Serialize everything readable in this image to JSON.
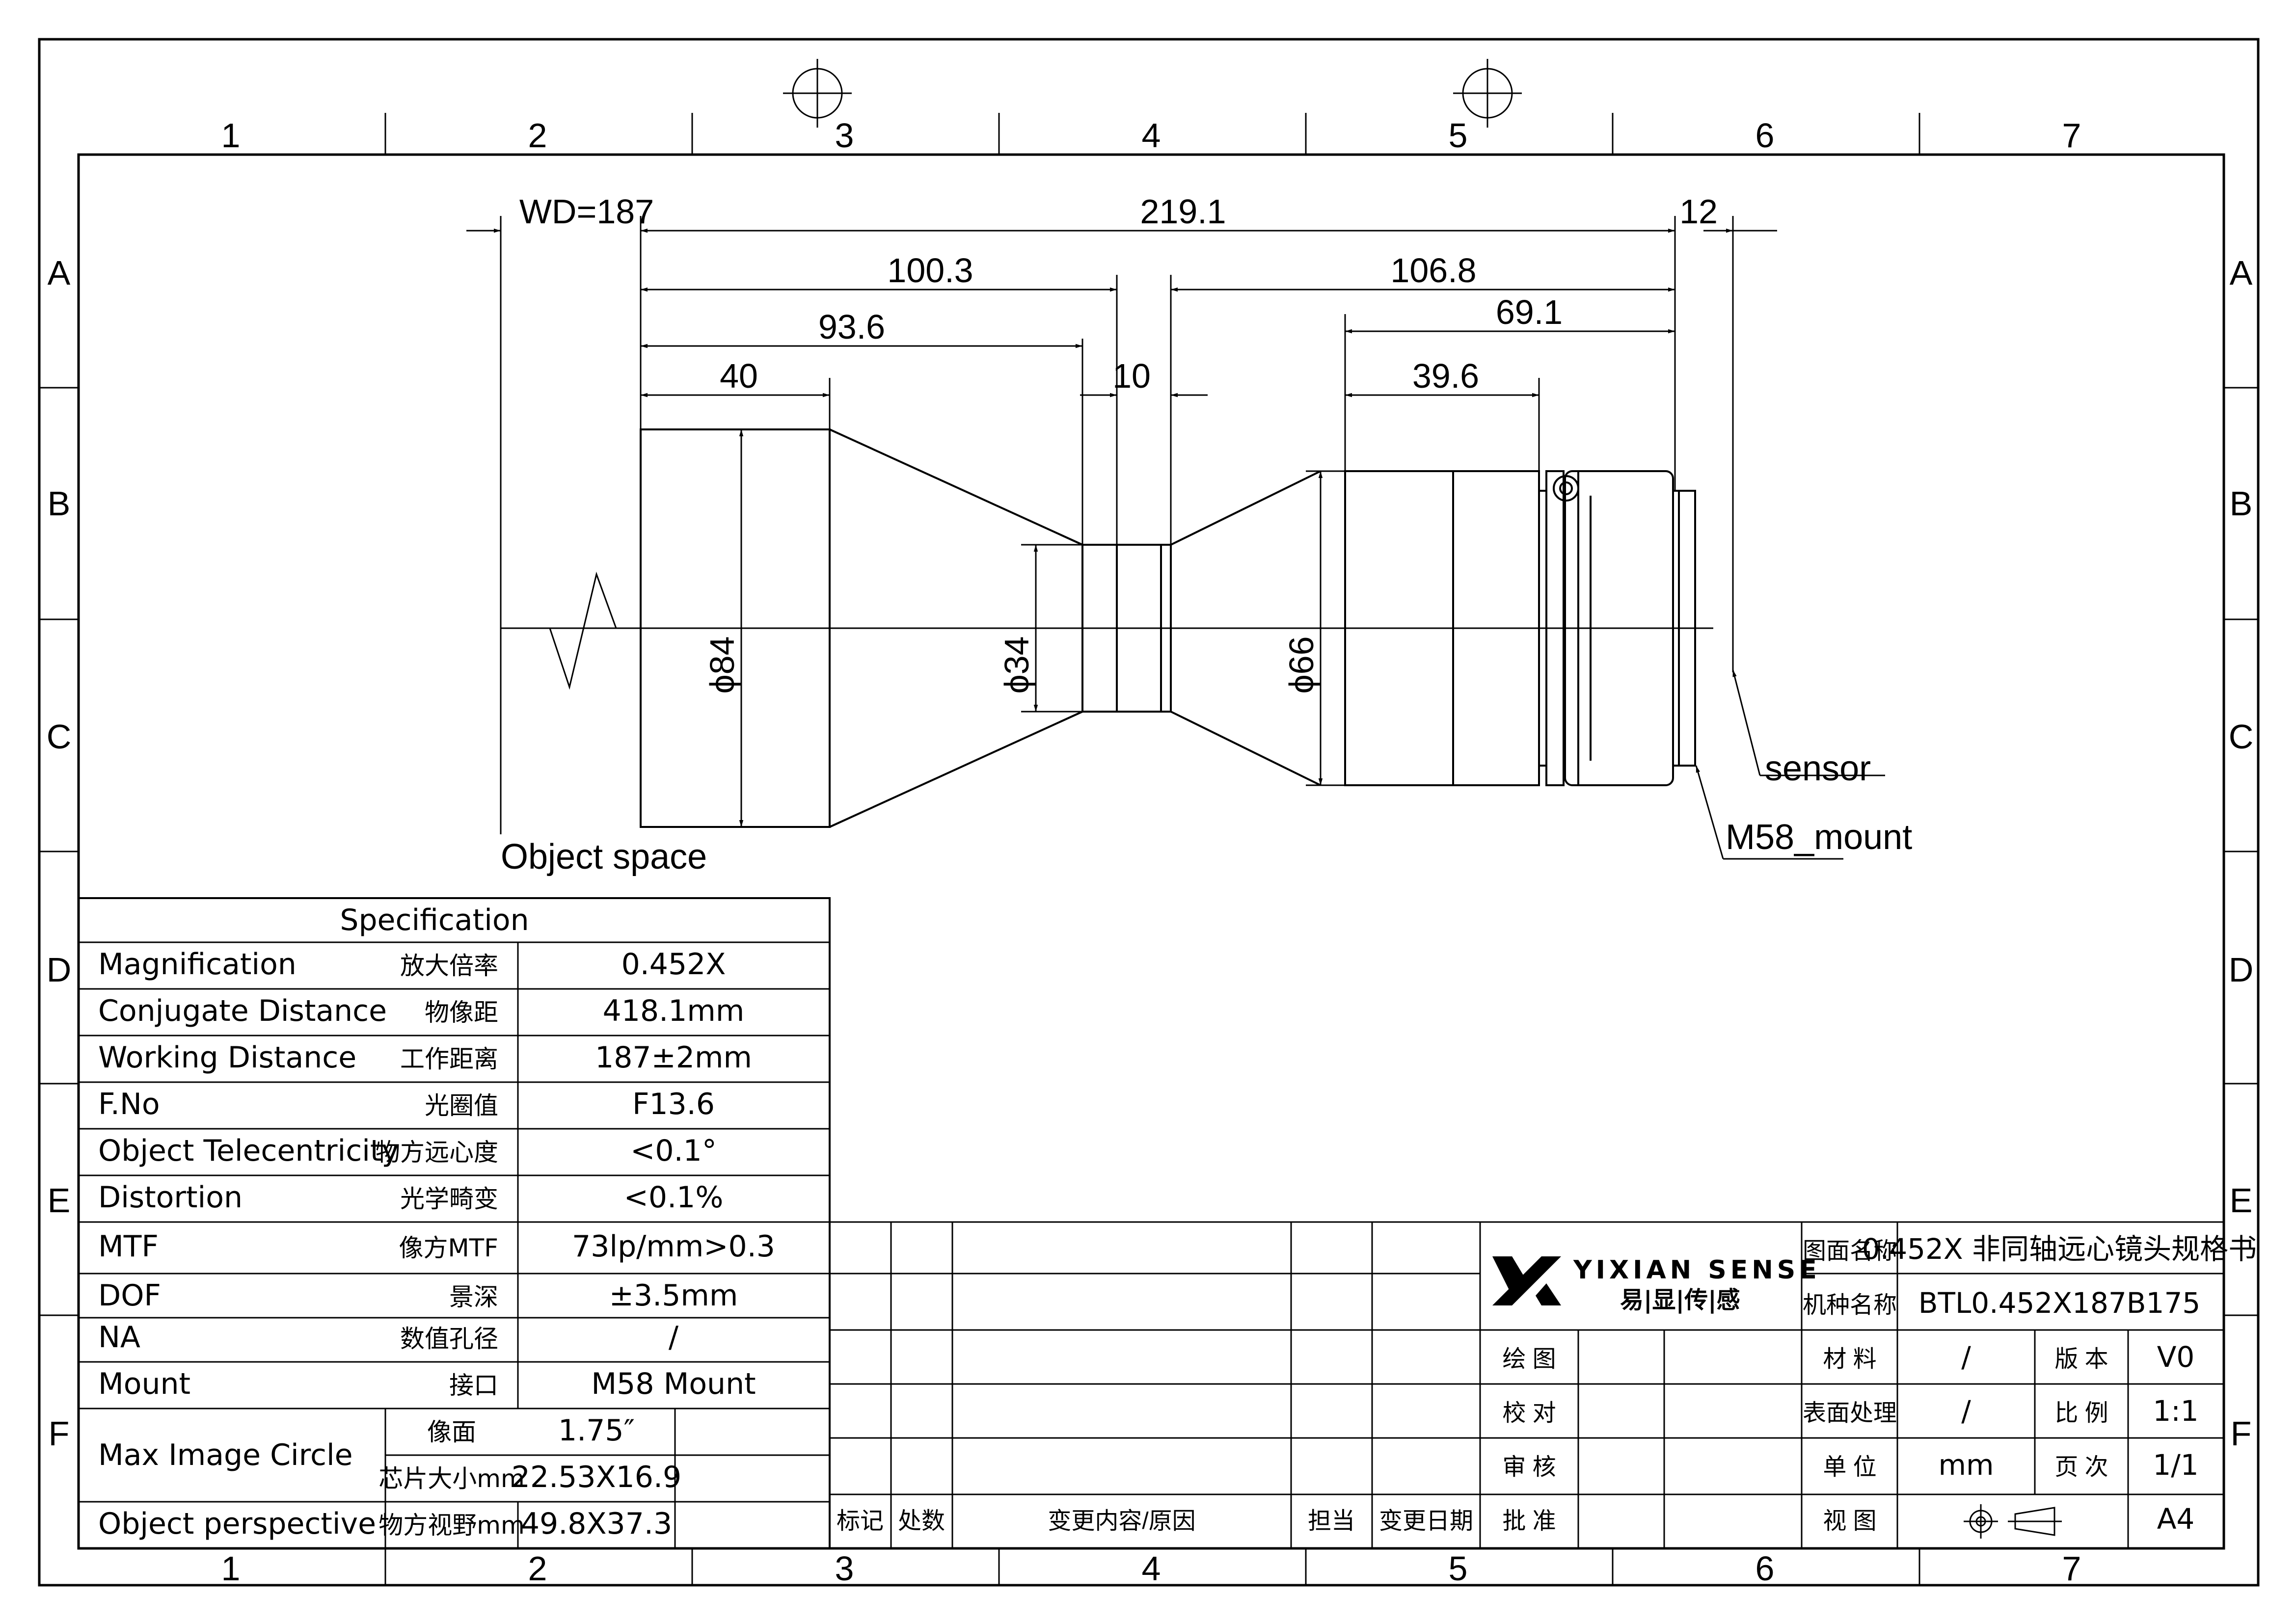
{
  "zones": {
    "columns": [
      "1",
      "2",
      "3",
      "4",
      "5",
      "6",
      "7"
    ],
    "rows": [
      "A",
      "B",
      "C",
      "D",
      "E",
      "F"
    ]
  },
  "dimensions": {
    "wd": "WD=187",
    "total_length": "219.1",
    "flange": "12",
    "front_section": "100.3",
    "rear_section": "106.8",
    "front_to_waist": "93.6",
    "rear_barrel": "69.1",
    "front_barrel": "40",
    "waist": "10",
    "rear_body": "39.6",
    "dia_front": "ϕ84",
    "dia_waist": "ϕ34",
    "dia_rear": "ϕ66"
  },
  "callouts": {
    "object_space": "Object space",
    "sensor": "sensor",
    "mount": "M58_mount"
  },
  "spec": {
    "header": "Specification",
    "rows": [
      {
        "en": "Magnification",
        "cn": "放大倍率",
        "value": "0.452X"
      },
      {
        "en": "Conjugate Distance",
        "cn": "物像距",
        "value": "418.1mm"
      },
      {
        "en": "Working Distance",
        "cn": "工作距离",
        "value": "187±2mm"
      },
      {
        "en": "F.No",
        "cn": "光圈值",
        "value": "F13.6"
      },
      {
        "en": "Object Telecentricity",
        "cn": "物方远心度",
        "value": "<0.1°"
      },
      {
        "en": "Distortion",
        "cn": "光学畸变",
        "value": "<0.1%"
      },
      {
        "en": "MTF",
        "cn": "像方MTF",
        "value": "73lp/mm>0.3"
      },
      {
        "en": "DOF",
        "cn": "景深",
        "value": "±3.5mm"
      },
      {
        "en": "NA",
        "cn": "数值孔径",
        "value": "/"
      },
      {
        "en": "Mount",
        "cn": "接口",
        "value": "M58 Mount"
      }
    ],
    "max_image_circle": {
      "en": "Max Image Circle",
      "sub1_cn": "像面",
      "sub1_value": "1.75″",
      "sub2_cn": "芯片大小mm",
      "sub2_value": "22.53X16.9"
    },
    "object_perspective": {
      "en": "Object perspective",
      "cn": "物方视野mm",
      "value": "49.8X37.3"
    }
  },
  "revision": {
    "headers": [
      "标记",
      "处数",
      "变更内容/原因",
      "担当",
      "变更日期"
    ]
  },
  "title_block": {
    "brand": "YIXIAN SENSE",
    "brand_cn": "易|显|传|感",
    "drawing_name_label": "图面名称",
    "drawing_name": "0.452X 非同轴远心镜头规格书",
    "model_label": "机种名称",
    "model": "BTL0.452X187B175",
    "roles": [
      "绘 图",
      "校 对",
      "审 核",
      "批 准"
    ],
    "material_label": "材 料",
    "material": "/",
    "version_label": "版 本",
    "version": "V0",
    "surface_label": "表面处理",
    "surface": "/",
    "scale_label": "比 例",
    "scale": "1:1",
    "unit_label": "单 位",
    "unit": "mm",
    "page_label": "页 次",
    "page": "1/1",
    "view_label": "视 图",
    "sheet_size": "A4"
  }
}
